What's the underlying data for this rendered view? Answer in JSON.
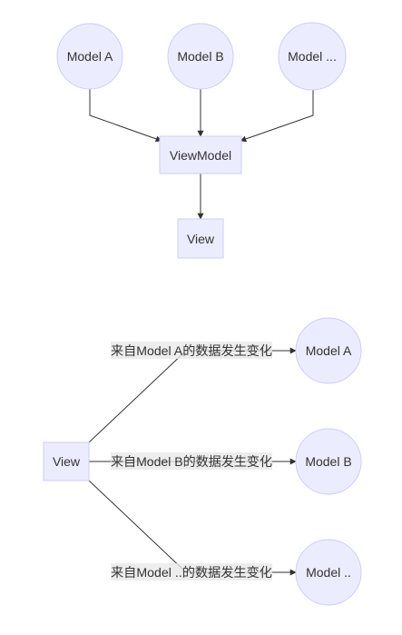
{
  "diagram_top": {
    "nodes": {
      "model_a": "Model A",
      "model_b": "Model B",
      "model_more": "Model ...",
      "viewmodel": "ViewModel",
      "view": "View"
    }
  },
  "diagram_bottom": {
    "nodes": {
      "view": "View",
      "model_a": "Model A",
      "model_b": "Model B",
      "model_more": "Model .."
    },
    "edge_labels": {
      "to_model_a": "来自Model A的数据发生变化",
      "to_model_b": "来自Model B的数据发生变化",
      "to_model_more": "来自Model ..的数据发生变化"
    }
  },
  "colors": {
    "node_fill": "#ececff",
    "node_stroke": "#ccccff",
    "edge": "#333333",
    "label_bg": "#e8e8e8"
  }
}
